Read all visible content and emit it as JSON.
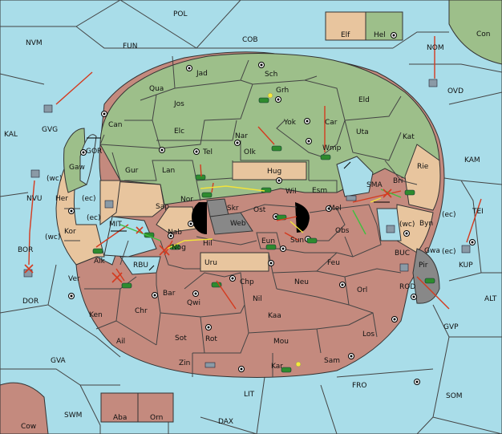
{
  "colors": {
    "sea": "#a9dde9",
    "green_power": "#9dbf8a",
    "neutral_tan": "#e8c59e",
    "red_power": "#c48a7e",
    "gray": "#888888",
    "order_move": "#d43a1f",
    "order_support": "#f2e33a",
    "order_green": "#3fbf3f"
  },
  "labels": {
    "POL": "POL",
    "NVM": "NVM",
    "FUN": "FUN",
    "COB": "COB",
    "Con": "Con",
    "NOM": "NOM",
    "OVD": "OVD",
    "KAL": "KAL",
    "GVG": "GVG",
    "GOR": "GOR",
    "KAM": "KAM",
    "Elf": "Elf",
    "Hel": "Hel",
    "Jad": "Jad",
    "Sch": "Sch",
    "Qua": "Qua",
    "Grh": "Grh",
    "Jos": "Jos",
    "Eld": "Eld",
    "Can": "Can",
    "Yok": "Yok",
    "Car": "Car",
    "Uta": "Uta",
    "Elc": "Elc",
    "Nar": "Nar",
    "Kat": "Kat",
    "Olk": "Olk",
    "Tel": "Tel",
    "Wmp": "Wmp",
    "Gaw": "Gaw",
    "Gur": "Gur",
    "Lan": "Lan",
    "Hug": "Hug",
    "Rie": "Rie",
    "Bri": "Bri",
    "Her": "Her",
    "Nor": "Nor",
    "Wil": "Wil",
    "Esm": "Esm",
    "SMA": "SMA",
    "TEI": "TEI",
    "NVU": "NVU",
    "wc1": "(wc)",
    "ec1": "(ec)",
    "Sap": "Sap",
    "Skr": "Skr",
    "Web": "Web",
    "Ost": "Ost",
    "Mel": "Mel",
    "Kor": "Kor",
    "ec2": "(ec)",
    "MIT": "MIT",
    "Nab": "Nab",
    "Obs": "Obs",
    "wc2": "(wc)",
    "Byn": "Byn",
    "ec3": "(ec)",
    "wc3": "(wc)",
    "BOR": "BOR",
    "Hil": "Hil",
    "Eun": "Eun",
    "Sun": "Sun",
    "Nog": "Nog",
    "Gwa": "Gwa",
    "ec4": "(ec)",
    "KUP": "KUP",
    "Aik": "Aik",
    "RBU": "RBU",
    "Uru": "Uru",
    "Feu": "Feu",
    "BUC": "BUC",
    "Pir": "Pir",
    "Ver": "Ver",
    "DOR": "DOR",
    "Chp": "Chp",
    "Neu": "Neu",
    "Orl": "Orl",
    "ROD": "ROD",
    "ALT": "ALT",
    "Bar": "Bar",
    "Nil": "Nil",
    "Qwi": "Qwi",
    "Ken": "Ken",
    "Chr": "Chr",
    "Kaa": "Kaa",
    "GVP": "GVP",
    "Ail": "Ail",
    "Sot": "Sot",
    "Rot": "Rot",
    "Mou": "Mou",
    "Los": "Los",
    "GVA": "GVA",
    "Zin": "Zin",
    "Kar": "Kar",
    "Sam": "Sam",
    "FRO": "FRO",
    "LIT": "LIT",
    "SOM": "SOM",
    "SWM": "SWM",
    "Aba": "Aba",
    "Orn": "Orn",
    "DAX": "DAX",
    "Cow": "Cow"
  }
}
